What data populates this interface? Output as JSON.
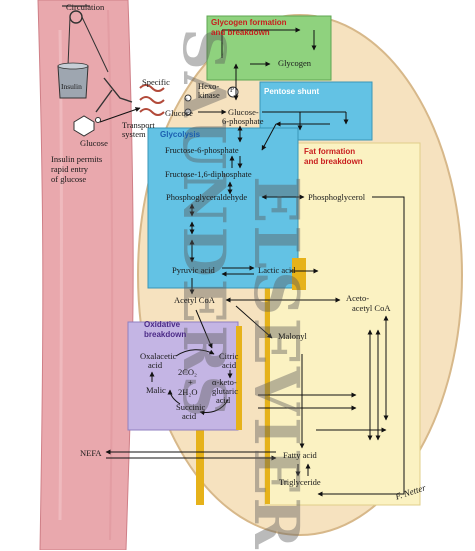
{
  "colors": {
    "vessel": "#e9a8ad",
    "cell": "#f6e2bf",
    "cell_border": "#d7b88a",
    "glycogen_box": "#8fd27e",
    "pentose_box": "#63c2e4",
    "glycolysis_box": "#63c2e4",
    "fat_box": "#fbf2c2",
    "oxidative_box": "#c4b5e4",
    "gold_edge": "#e6b21a",
    "section_red": "#c81e1e",
    "section_blue": "#1b5fb0",
    "section_purple": "#4b2a86"
  },
  "left": {
    "circulation": "Circulation",
    "insulin_bucket": "Insulin",
    "glucose": "Glucose",
    "note_line1": "Insulin permits",
    "note_line2": "rapid entry",
    "note_line3": "of glucose",
    "nefa": "NEFA"
  },
  "sections": {
    "glycogen_line1": "Glycogen formation",
    "glycogen_line2": "and breakdown",
    "pentose": "Pentose shunt",
    "glycolysis": "Glycolysis",
    "fat_line1": "Fat formation",
    "fat_line2": "and breakdown",
    "oxidative_line1": "Oxidative",
    "oxidative_line2": "breakdown"
  },
  "labels": {
    "specific": "Specific",
    "transport_line1": "Transport",
    "transport_line2": "system",
    "glucose_inside": "Glucose",
    "hexokinase_line1": "Hexo-",
    "hexokinase_line2": "kinase",
    "phosphate_symbol": "P",
    "glycogen": "Glycogen",
    "g6p_line1": "Glucose-",
    "g6p_line2": "6-phosphate",
    "fructose6p": "Fructose-6-phosphate",
    "fructose16dp": "Fructose-1,6-diphosphate",
    "phosphoglyceraldehyde": "Phosphoglyceraldehyde",
    "phosphoglycerol": "Phosphoglycerol",
    "pyruvic_acid": "Pyruvic acid",
    "lactic_acid": "Lactic acid",
    "acetyl_coa": "Acetyl CoA",
    "acetoacetyl_line1": "Aceto-",
    "acetoacetyl_line2": "acetyl CoA",
    "malonyl": "Malonyl",
    "oxalacetic_line1": "Oxalacetic",
    "oxalacetic_line2": "acid",
    "citric_line1": "Citric",
    "citric_line2": "acid",
    "co2": "2CO₂",
    "plus": "+",
    "h2o": "2H₂O",
    "malic": "Malic",
    "ketoglutaric_line1": "α-keto-",
    "ketoglutaric_line2": "glutaric",
    "ketoglutaric_line3": "acid",
    "succinic_line1": "Succinic",
    "succinic_line2": "acid",
    "fatty_acid": "Fatty acid",
    "triglyceride": "Triglyceride"
  },
  "watermark": {
    "publisher_a": "SAUNDERS",
    "publisher_b": "ELSEVIER"
  },
  "signature": "F. Netter"
}
